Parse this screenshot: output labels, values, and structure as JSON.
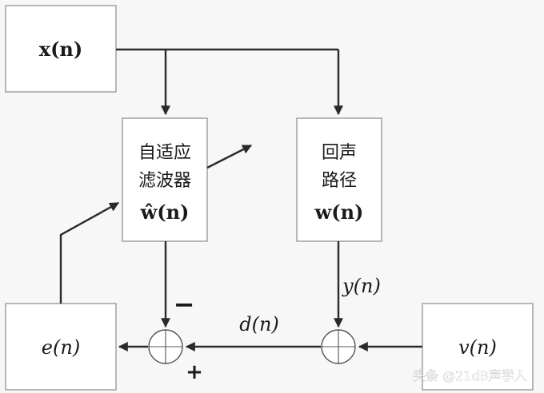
{
  "blocks": {
    "x_label": "x(n)",
    "filter_line1": "自适应",
    "filter_line2": "滤波器",
    "filter_weight": "ŵ(n)",
    "echo_line1": "回声",
    "echo_line2": "路径",
    "echo_weight": "w(n)",
    "e_label": "e(n)",
    "v_label": "v(n)"
  },
  "signals": {
    "y_label": "y(n)",
    "d_label": "d(n)",
    "minus_sign": "−",
    "plus_sign": "+"
  },
  "watermark": "头条 @21dB声学人"
}
